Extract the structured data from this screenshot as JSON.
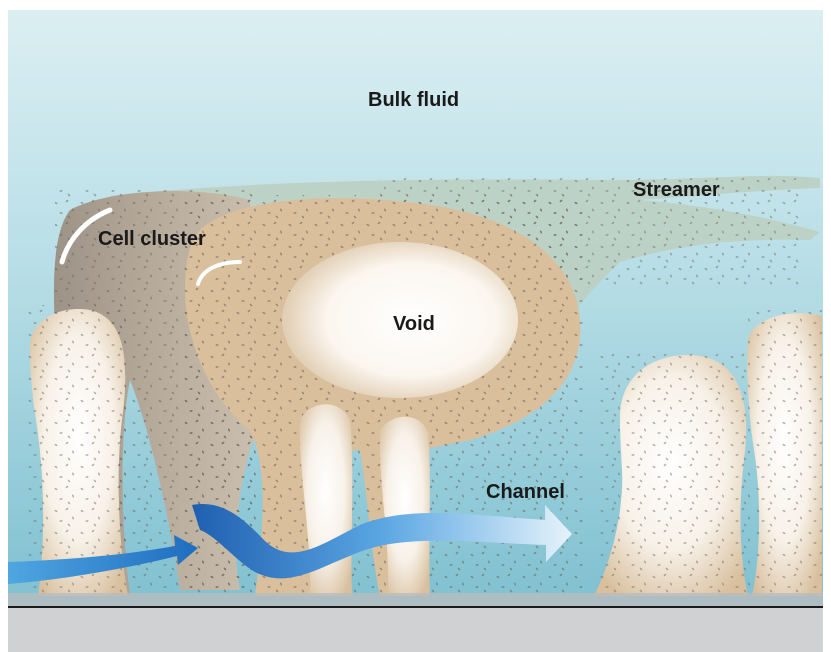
{
  "diagram": {
    "labels": {
      "bulk_fluid": "Bulk fluid",
      "streamer": "Streamer",
      "cell_cluster": "Cell cluster",
      "void": "Void",
      "channel": "Channel"
    },
    "colors": {
      "water_top": "#cde9ee",
      "water_bottom": "#8ec9d6",
      "biofilm": "#d8bf9d",
      "biofilm_shadow": "#a89a88",
      "streamer": "#b9cfc0",
      "void": "#ffffff",
      "flow_light": "#6fb3e6",
      "flow_dark": "#1f5fb0",
      "substrate": "#cfd1d3",
      "substrate_line": "#1a1a1a"
    }
  }
}
